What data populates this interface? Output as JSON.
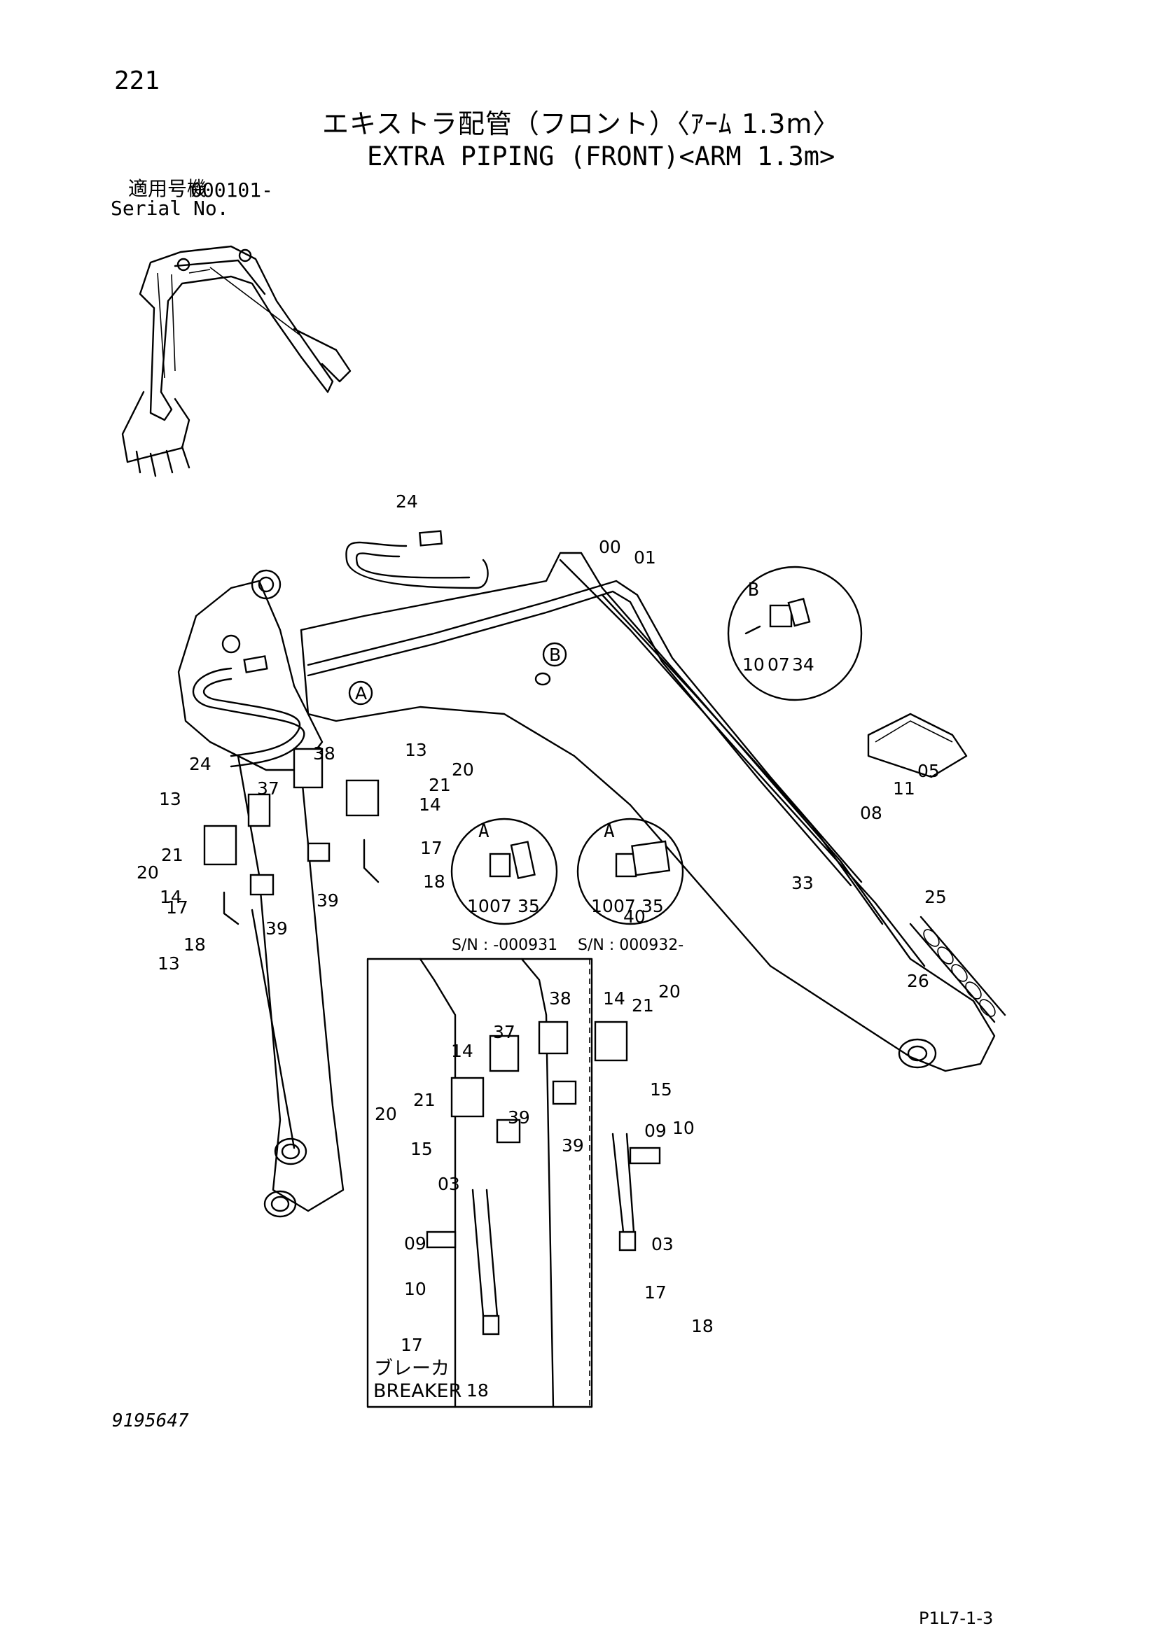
{
  "page_number": "221",
  "title_jp": "エキストラ配管（フロント）〈ｱｰﾑ 1.3m〉",
  "title_en": "EXTRA PIPING (FRONT)<ARM 1.3m>",
  "serial": {
    "label_jp": "適用号機",
    "label_en": "Serial No.",
    "value": "000101-"
  },
  "doc_number": "9195647",
  "page_code": "P1L7-1-3",
  "detail_views": {
    "a": "A",
    "b": "B"
  },
  "sn_ranges": {
    "early": "S/N : -000931",
    "late": "S/N : 000932-"
  },
  "breaker_label": {
    "jp": "ブレーカ",
    "en": "BREAKER"
  },
  "callouts": [
    "24",
    "00",
    "01",
    "05",
    "11",
    "08",
    "33",
    "25",
    "26",
    "13",
    "20",
    "21",
    "14",
    "17",
    "18",
    "38",
    "37",
    "39",
    "10",
    "07",
    "34",
    "35",
    "40",
    "15",
    "03",
    "09"
  ]
}
